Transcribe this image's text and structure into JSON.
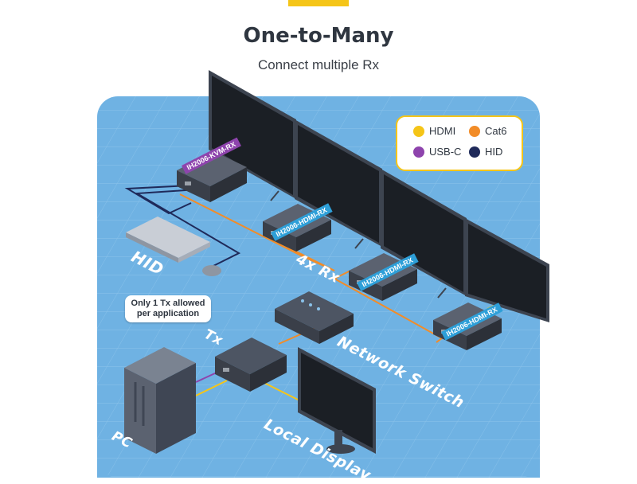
{
  "header": {
    "title": "One-to-Many",
    "subtitle": "Connect multiple Rx"
  },
  "legend": {
    "items": [
      {
        "label": "HDMI",
        "color": "#f5c518"
      },
      {
        "label": "Cat6",
        "color": "#f28c28"
      },
      {
        "label": "USB-C",
        "color": "#8e44ad"
      },
      {
        "label": "HID",
        "color": "#1f2a5a"
      }
    ]
  },
  "note": {
    "line1": "Only 1 Tx allowed",
    "line2": "per application"
  },
  "labels": {
    "hid": "HID",
    "rx_count": "4x Rx",
    "tx": "Tx",
    "network_switch": "Network Switch",
    "pc": "PC",
    "local_display": "Local Display"
  },
  "devices": {
    "kvm_rx": "IH2006-KVM-RX",
    "hdmi_rx_1": "IH2006-HDMI-RX",
    "hdmi_rx_2": "IH2006-HDMI-RX",
    "hdmi_rx_3": "IH2006-HDMI-RX"
  },
  "colors": {
    "background_panel": "#6fb2e3",
    "accent": "#f5c518",
    "kvm_tag": "#8e44ad",
    "hdmi_tag": "#2e9fd8"
  }
}
